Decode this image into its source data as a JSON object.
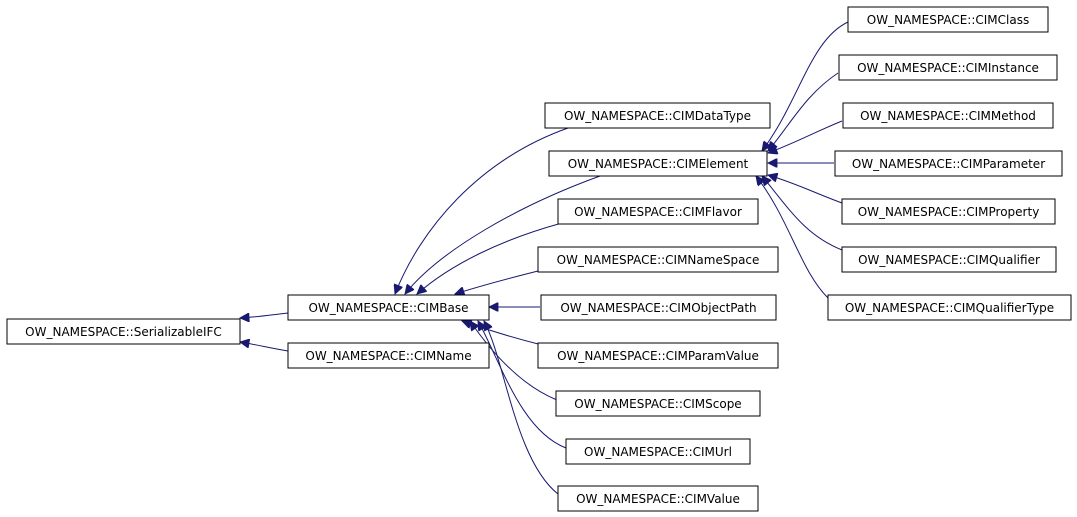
{
  "nodes": [
    {
      "id": "serializable",
      "label": "OW_NAMESPACE::SerializableIFC"
    },
    {
      "id": "cimbase",
      "label": "OW_NAMESPACE::CIMBase"
    },
    {
      "id": "cimname",
      "label": "OW_NAMESPACE::CIMName"
    },
    {
      "id": "cimdatatype",
      "label": "OW_NAMESPACE::CIMDataType"
    },
    {
      "id": "cimelement",
      "label": "OW_NAMESPACE::CIMElement"
    },
    {
      "id": "cimflavor",
      "label": "OW_NAMESPACE::CIMFlavor"
    },
    {
      "id": "cimnamespace",
      "label": "OW_NAMESPACE::CIMNameSpace"
    },
    {
      "id": "cimobjectpath",
      "label": "OW_NAMESPACE::CIMObjectPath"
    },
    {
      "id": "cimparamvalue",
      "label": "OW_NAMESPACE::CIMParamValue"
    },
    {
      "id": "cimscope",
      "label": "OW_NAMESPACE::CIMScope"
    },
    {
      "id": "cimurl",
      "label": "OW_NAMESPACE::CIMUrl"
    },
    {
      "id": "cimvalue",
      "label": "OW_NAMESPACE::CIMValue"
    },
    {
      "id": "cimclass",
      "label": "OW_NAMESPACE::CIMClass"
    },
    {
      "id": "ciminstance",
      "label": "OW_NAMESPACE::CIMInstance"
    },
    {
      "id": "cimmethod",
      "label": "OW_NAMESPACE::CIMMethod"
    },
    {
      "id": "cimparameter",
      "label": "OW_NAMESPACE::CIMParameter"
    },
    {
      "id": "cimproperty",
      "label": "OW_NAMESPACE::CIMProperty"
    },
    {
      "id": "cimqualifier",
      "label": "OW_NAMESPACE::CIMQualifier"
    },
    {
      "id": "cimqualifiertype",
      "label": "OW_NAMESPACE::CIMQualifierType"
    }
  ],
  "edges": [
    {
      "from": "cimbase",
      "to": "serializable"
    },
    {
      "from": "cimname",
      "to": "serializable"
    },
    {
      "from": "cimdatatype",
      "to": "cimbase"
    },
    {
      "from": "cimelement",
      "to": "cimbase"
    },
    {
      "from": "cimflavor",
      "to": "cimbase"
    },
    {
      "from": "cimnamespace",
      "to": "cimbase"
    },
    {
      "from": "cimobjectpath",
      "to": "cimbase"
    },
    {
      "from": "cimparamvalue",
      "to": "cimbase"
    },
    {
      "from": "cimscope",
      "to": "cimbase"
    },
    {
      "from": "cimurl",
      "to": "cimbase"
    },
    {
      "from": "cimvalue",
      "to": "cimbase"
    },
    {
      "from": "cimclass",
      "to": "cimelement"
    },
    {
      "from": "ciminstance",
      "to": "cimelement"
    },
    {
      "from": "cimmethod",
      "to": "cimelement"
    },
    {
      "from": "cimparameter",
      "to": "cimelement"
    },
    {
      "from": "cimproperty",
      "to": "cimelement"
    },
    {
      "from": "cimqualifier",
      "to": "cimelement"
    },
    {
      "from": "cimqualifiertype",
      "to": "cimelement"
    }
  ]
}
